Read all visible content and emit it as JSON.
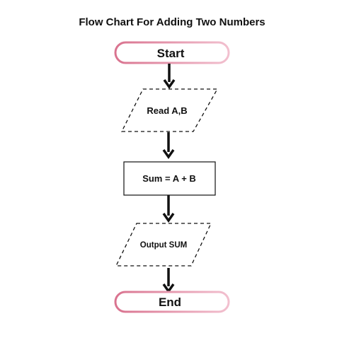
{
  "title": "Flow Chart For Adding Two Numbers",
  "colors": {
    "terminal_stroke": "#d77a96",
    "terminal_fill": "#ffffff",
    "line": "#111111",
    "text": "#111111"
  },
  "nodes": {
    "start": {
      "shape": "terminal",
      "label": "Start"
    },
    "read": {
      "shape": "parallelogram-dashed",
      "label": "Read A,B"
    },
    "process": {
      "shape": "rectangle",
      "label": "Sum = A + B"
    },
    "output": {
      "shape": "parallelogram-dashed",
      "label": "Output SUM"
    },
    "end": {
      "shape": "terminal",
      "label": "End"
    }
  },
  "edges": [
    {
      "from": "start",
      "to": "read"
    },
    {
      "from": "read",
      "to": "process"
    },
    {
      "from": "process",
      "to": "output"
    },
    {
      "from": "output",
      "to": "end"
    }
  ]
}
